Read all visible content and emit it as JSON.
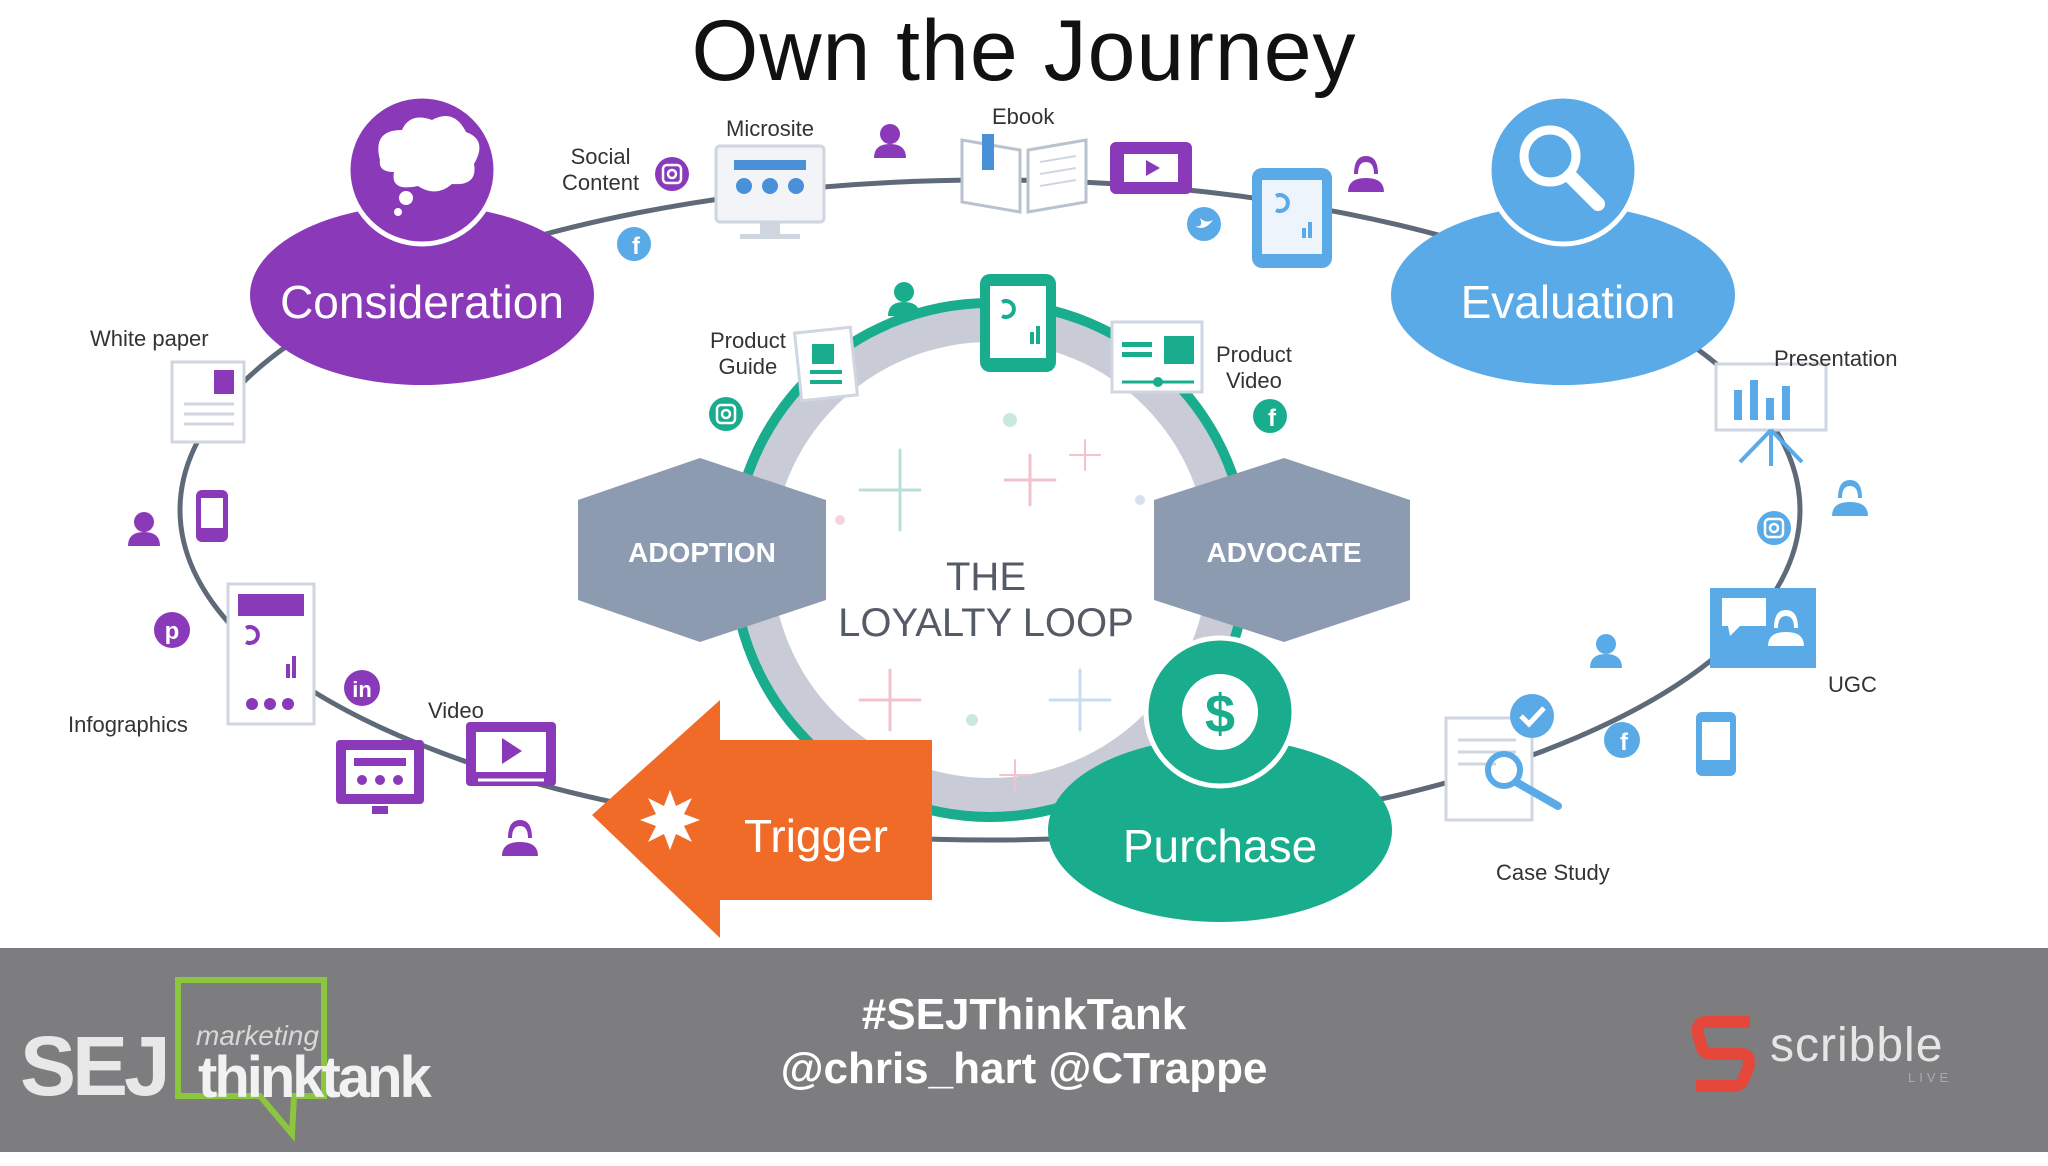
{
  "title": "Own the Journey",
  "stages": {
    "consideration": "Consideration",
    "evaluation": "Evaluation",
    "purchase": "Purchase",
    "trigger": "Trigger",
    "adoption": "ADOPTION",
    "advocate": "ADVOCATE"
  },
  "center": {
    "line1": "THE",
    "line2": "LOYALTY LOOP"
  },
  "labels": {
    "social_content_1": "Social",
    "social_content_2": "Content",
    "microsite": "Microsite",
    "ebook": "Ebook",
    "white_paper": "White paper",
    "infographics": "Infographics",
    "video": "Video",
    "product_guide_1": "Product",
    "product_guide_2": "Guide",
    "product_video_1": "Product",
    "product_video_2": "Video",
    "presentation": "Presentation",
    "ugc": "UGC",
    "case_study": "Case Study"
  },
  "footer": {
    "hashtag": "#SEJThinkTank",
    "handles": "@chris_hart @CTrappe",
    "logo_left": "SEJ",
    "logo_left_mark": "marketing",
    "logo_left_name": "thinktank",
    "logo_right": "scribble",
    "logo_right_sub": "LIVE"
  },
  "colors": {
    "purple": "#8a3ab9",
    "blue": "#5aaae8",
    "teal": "#19ad8e",
    "orange": "#ef6b27",
    "hex_gray": "#8d9bb0",
    "footer_bg": "#7d7d7f",
    "green_accent": "#8cc63f"
  },
  "icons": [
    "thought-bubble-icon",
    "magnifier-icon",
    "dollar-icon",
    "burst-icon",
    "person-icon",
    "facebook-icon",
    "instagram-icon",
    "twitter-icon",
    "pinterest-icon",
    "linkedin-icon",
    "tablet-icon",
    "phone-icon",
    "monitor-icon",
    "book-icon",
    "video-icon",
    "document-icon",
    "presentation-icon",
    "chat-icon",
    "checkmark-icon"
  ]
}
